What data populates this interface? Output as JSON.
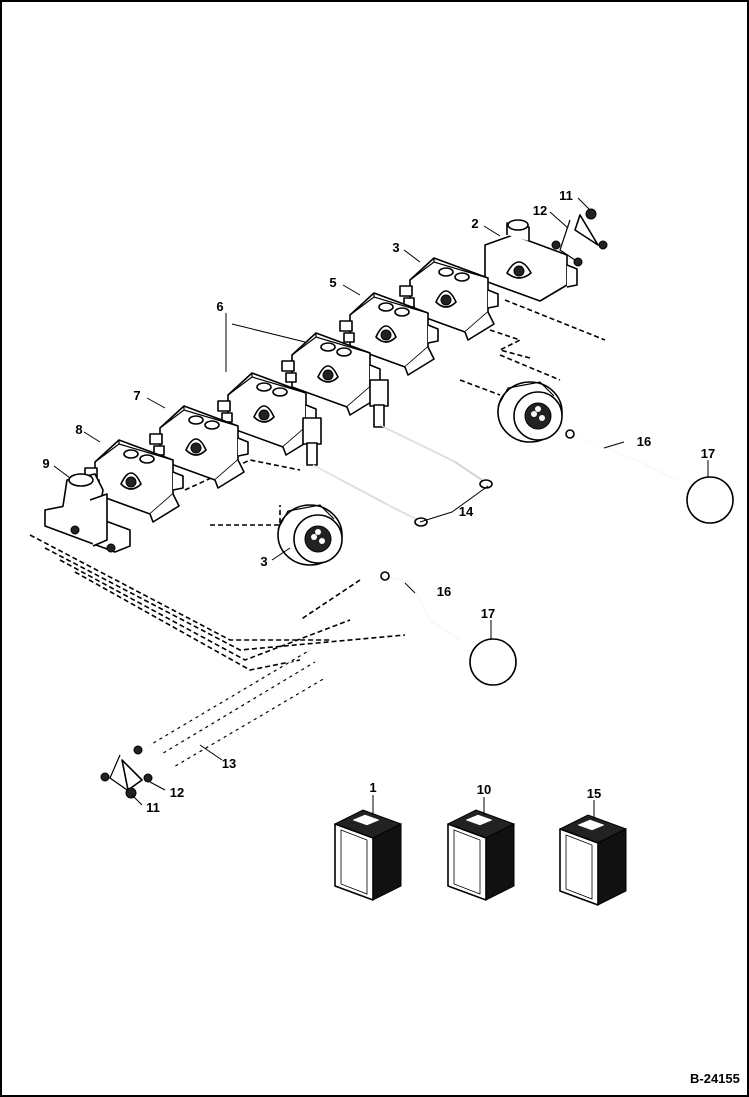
{
  "diagram": {
    "reference_code": "B-24155",
    "callouts": {
      "c1": "1",
      "c2": "2",
      "c3a": "3",
      "c3b": "3",
      "c5": "5",
      "c6": "6",
      "c7": "7",
      "c8": "8",
      "c9": "9",
      "c10": "10",
      "c11a": "11",
      "c11b": "11",
      "c12a": "12",
      "c12b": "12",
      "c13": "13",
      "c14": "14",
      "c15": "15",
      "c16a": "16",
      "c16b": "16",
      "c17a": "17",
      "c17b": "17"
    }
  },
  "colors": {
    "line": "#000000",
    "background": "#ffffff",
    "fill_dark": "#222222"
  }
}
